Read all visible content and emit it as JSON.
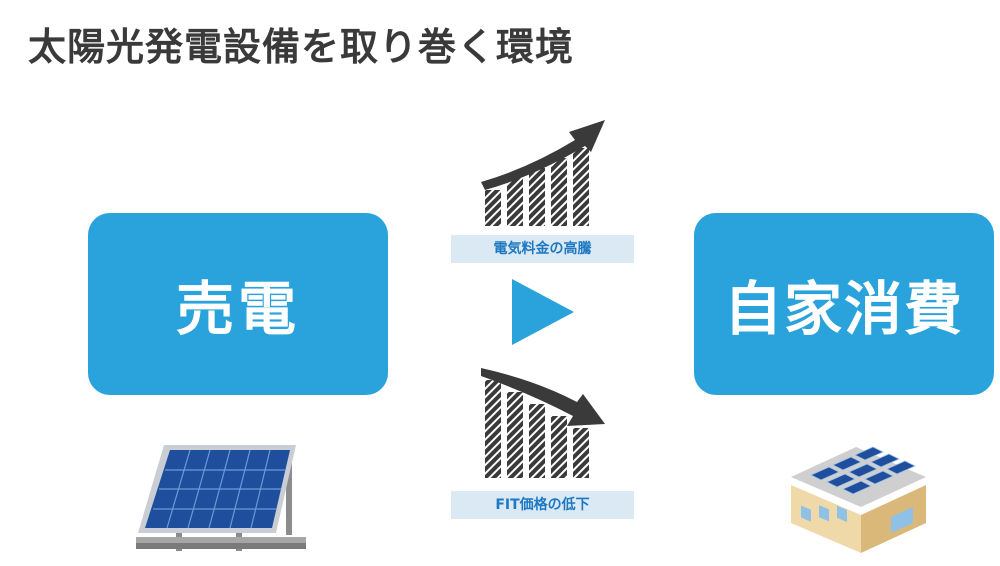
{
  "title": "太陽光発電設備を取り巻く環境",
  "left_box": {
    "label": "売電"
  },
  "right_box": {
    "label": "自家消費"
  },
  "factors": {
    "top": {
      "label": "電気料金の高騰",
      "icon": "rising-bar-chart-icon"
    },
    "bottom": {
      "label": "FIT価格の低下",
      "icon": "falling-bar-chart-icon"
    }
  },
  "arrow_icon": "play-triangle-icon",
  "images": {
    "left": "solar-panel-illustration",
    "right": "building-with-rooftop-solar-illustration"
  },
  "colors": {
    "accent": "#2aa3dc",
    "title_text": "#3a3a3a",
    "tag_bg": "#dbe9f4",
    "tag_text": "#1e78c2",
    "chart_dark": "#3a3a3a"
  }
}
